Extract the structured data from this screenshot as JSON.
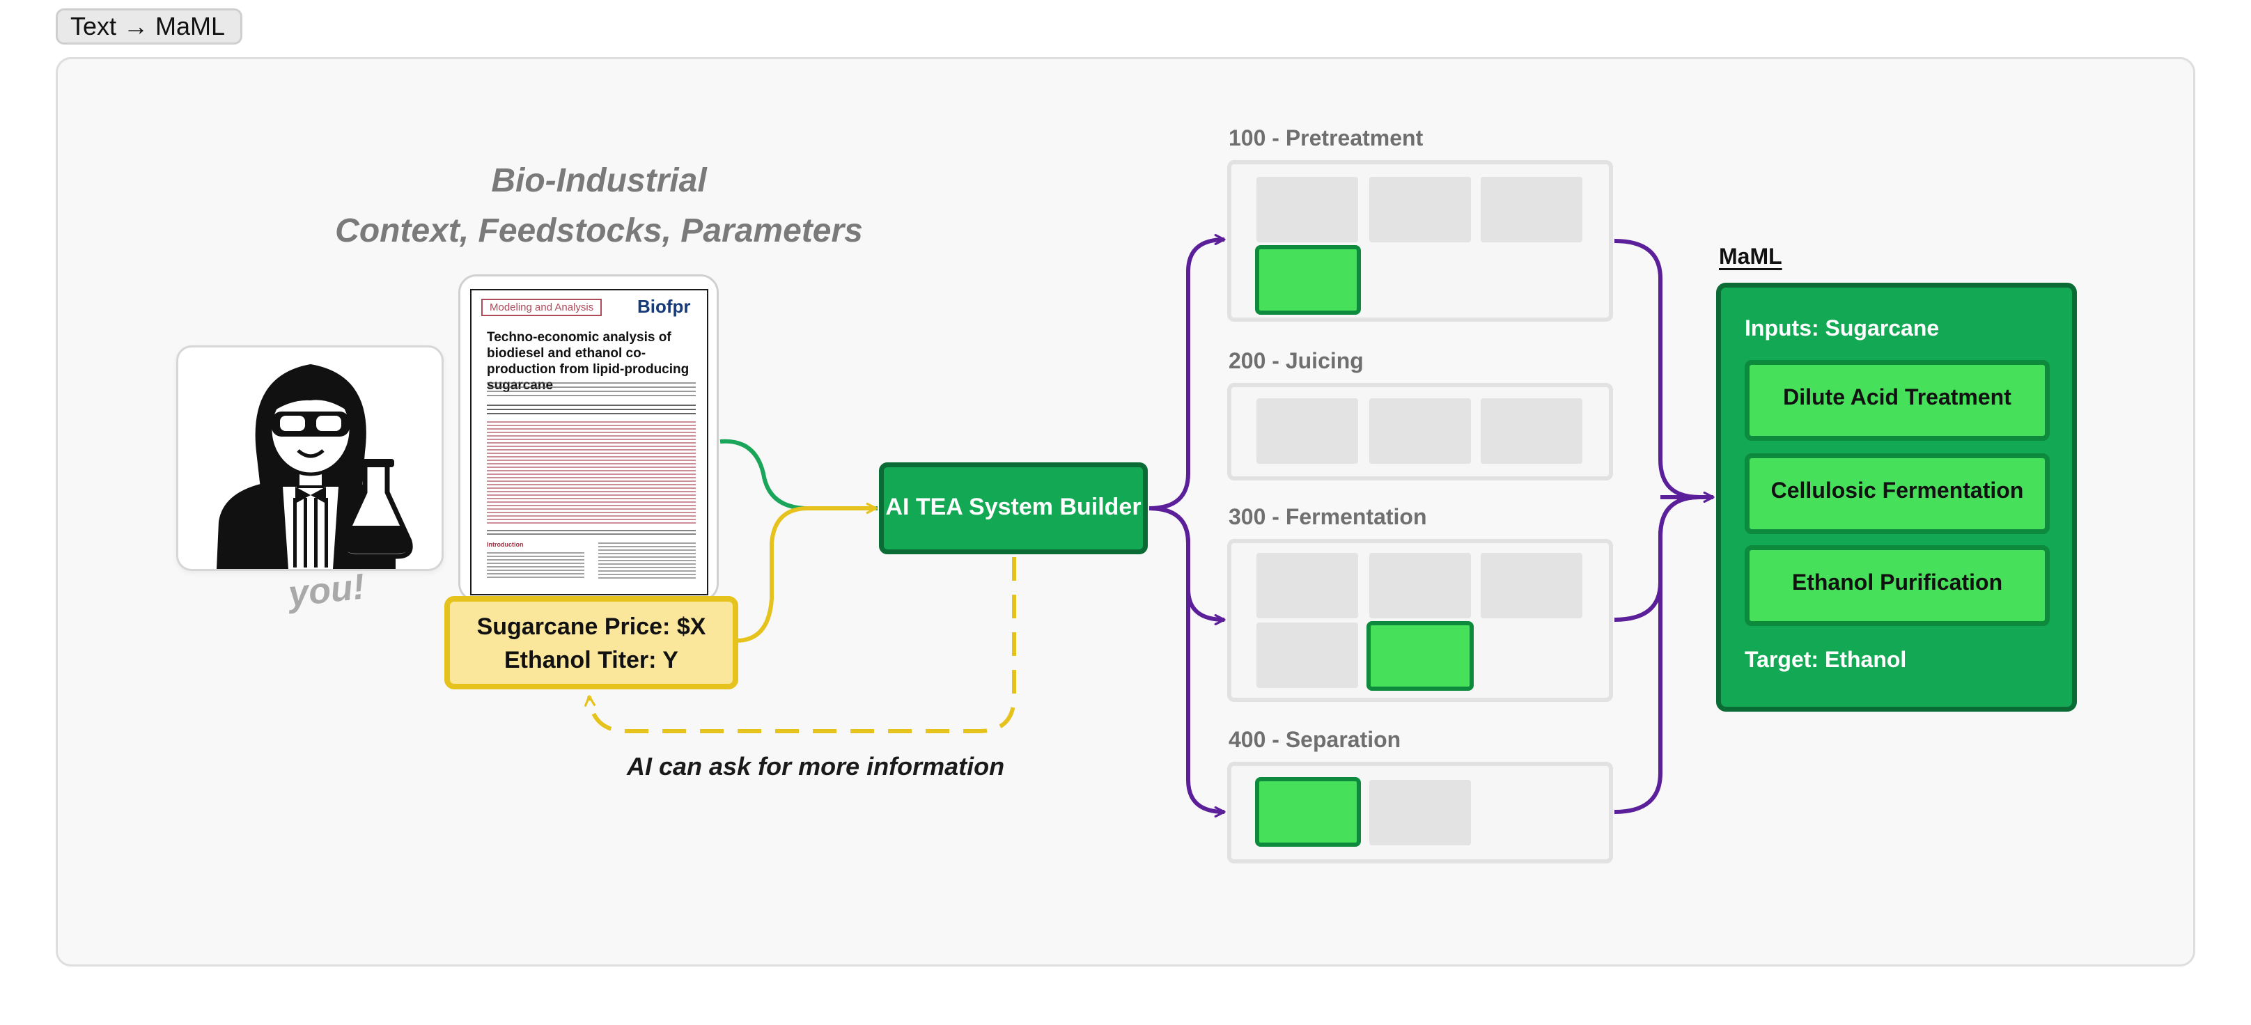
{
  "tag": {
    "label": "Text → MaML"
  },
  "context": {
    "title_line1": "Bio-Industrial",
    "title_line2": "Context, Feedstocks, Parameters",
    "user_label": "you!"
  },
  "paper": {
    "category": "Modeling and Analysis",
    "journal": "Biofpr",
    "title": "Techno-economic analysis of biodiesel and ethanol co-production from lipid-producing sugarcane",
    "section": "Introduction"
  },
  "parameters": {
    "line1": "Sugarcane Price: $X",
    "line2": "Ethanol Titer: Y"
  },
  "builder": {
    "label": "AI TEA System Builder"
  },
  "feedback": {
    "label": "AI can ask for more information"
  },
  "steps": [
    {
      "label": "100 - Pretreatment"
    },
    {
      "label": "200 - Juicing"
    },
    {
      "label": "300 - Fermentation"
    },
    {
      "label": "400 - Separation"
    }
  ],
  "maml": {
    "heading": "MaML",
    "inputs": "Inputs: Sugarcane",
    "units": [
      "Dilute Acid Treatment",
      "Cellulosic Fermentation",
      "Ethanol Purification"
    ],
    "target": "Target: Ethanol"
  },
  "colors": {
    "green": "#13a854",
    "green_dark": "#0b6b35",
    "green_bright": "#46e05a",
    "yellow": "#e6c21c",
    "yellow_fill": "#fbe79c",
    "purple": "#5b1f9a",
    "edge_green": "#1aa55a"
  }
}
